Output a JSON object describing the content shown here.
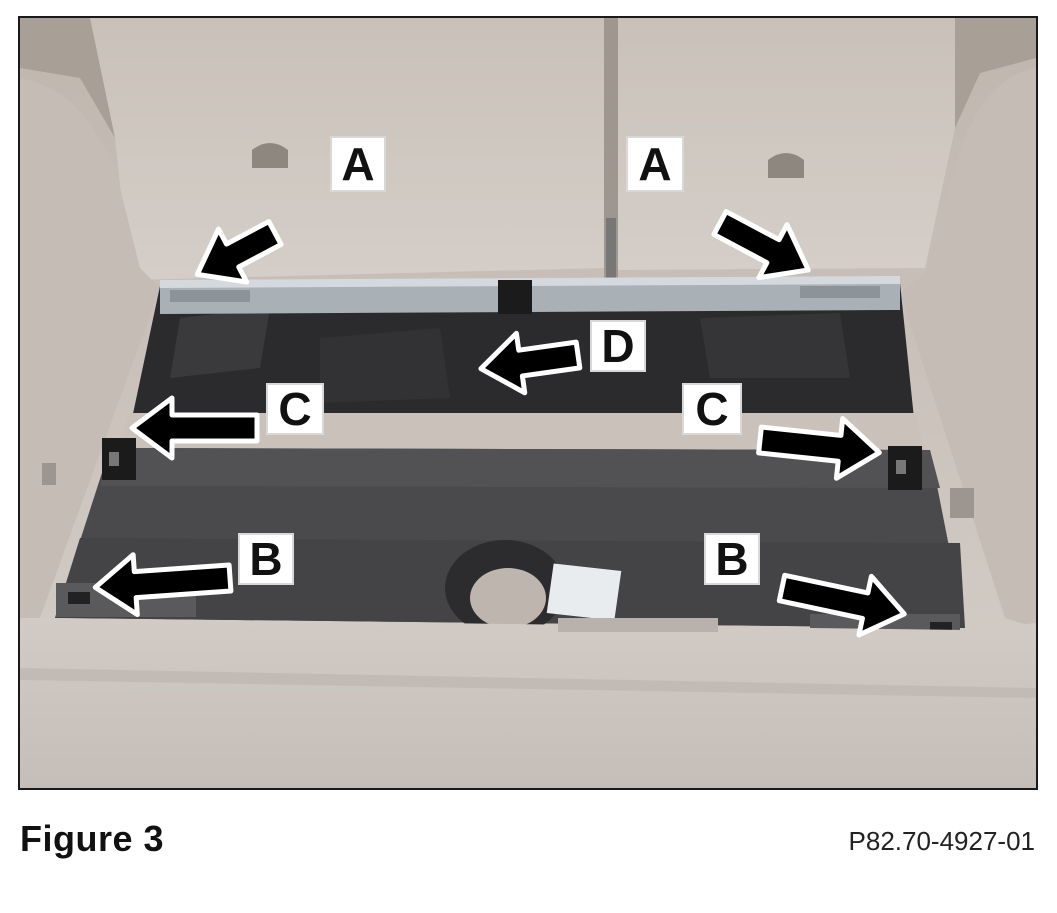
{
  "figure": {
    "caption": "Figure 3",
    "reference": "P82.70-4927-01"
  },
  "callouts": [
    {
      "id": "a-left",
      "label": "A"
    },
    {
      "id": "a-right",
      "label": "A"
    },
    {
      "id": "d",
      "label": "D"
    },
    {
      "id": "c-left",
      "label": "C"
    },
    {
      "id": "c-right",
      "label": "C"
    },
    {
      "id": "b-left",
      "label": "B"
    },
    {
      "id": "b-right",
      "label": "B"
    }
  ],
  "colors": {
    "carpet_light": "#cfc8c2",
    "carpet_dark": "#2a2a2c",
    "panel_grey": "#4a4a4c",
    "rail_metal": "#a9b0b6",
    "arrow_fill": "#000000",
    "arrow_outline": "#ffffff"
  }
}
